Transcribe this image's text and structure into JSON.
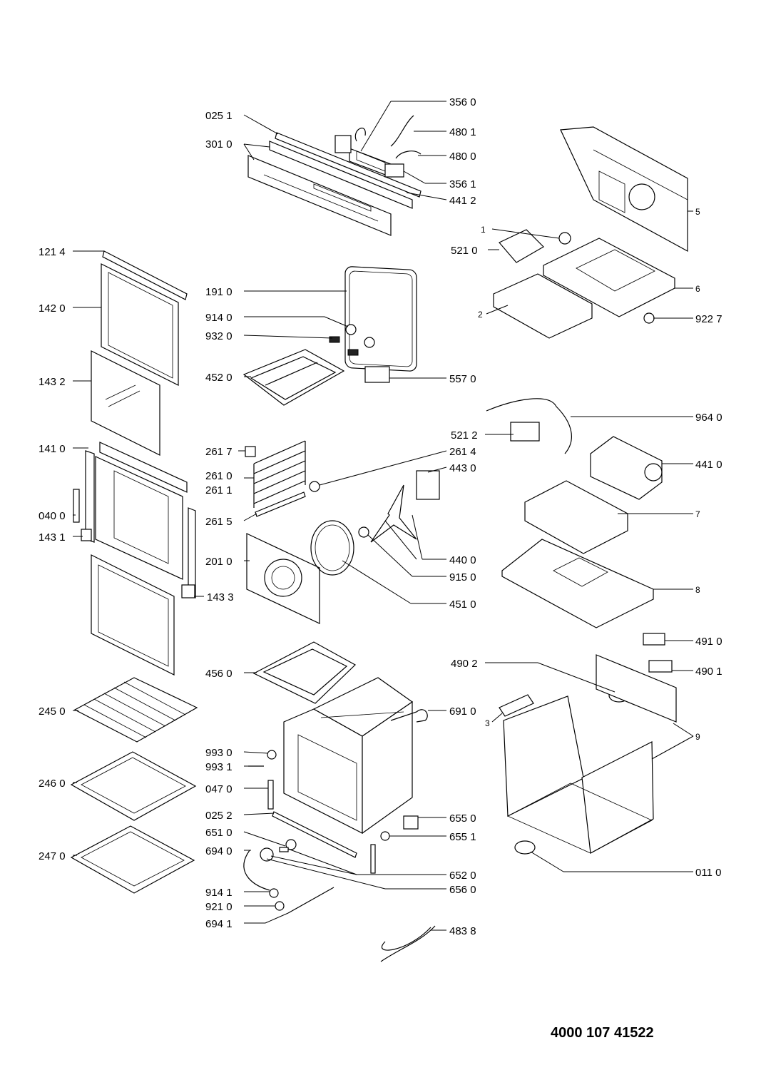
{
  "diagram": {
    "doc_number": "4000 107 41522",
    "labels_left": [
      "025 1",
      "301 0",
      "121 4",
      "142 0",
      "143 2",
      "141 0",
      "040 0",
      "143 1",
      "245 0",
      "246 0",
      "247 0"
    ],
    "labels_center": [
      "191 0",
      "914 0",
      "932 0",
      "452 0",
      "261 7",
      "261 0",
      "261 1",
      "261 5",
      "201 0",
      "143 3",
      "456 0",
      "993 0",
      "993 1",
      "047 0",
      "025 2",
      "651 0",
      "694 0",
      "914 1",
      "921 0",
      "694 1"
    ],
    "labels_right_col1": [
      "356 0",
      "480 1",
      "480 0",
      "356 1",
      "441 2",
      "557 0",
      "521 2",
      "261 4",
      "443 0",
      "440 0",
      "915 0",
      "451 0",
      "490 2",
      "691 0",
      "655 0",
      "655 1",
      "652 0",
      "656 0",
      "483 8"
    ],
    "labels_right_col2": [
      "1",
      "521 0",
      "2",
      "5",
      "6",
      "922 7",
      "964 0",
      "441 0",
      "7",
      "8",
      "491 0",
      "490 1",
      "3",
      "9",
      "011 0"
    ]
  }
}
